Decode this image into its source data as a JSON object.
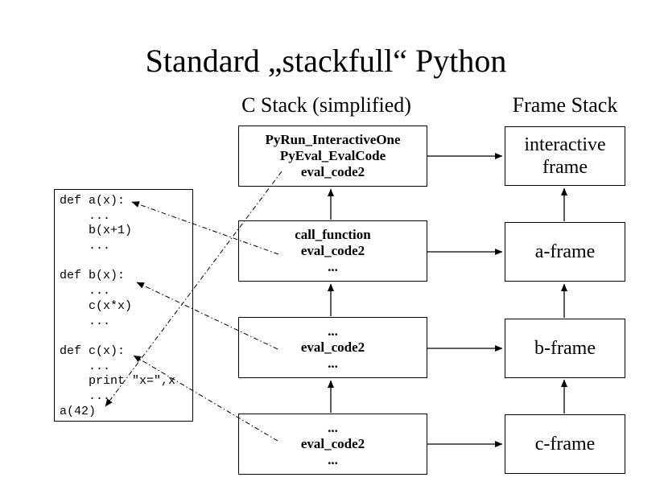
{
  "title": "Standard „stackfull“ Python",
  "headers": {
    "c_stack": "C Stack (simplified)",
    "frame_stack": "Frame Stack"
  },
  "code_box": {
    "lines": [
      "def a(x):",
      "    ...",
      "    b(x+1)",
      "    ...",
      "",
      "def b(x):",
      "    ...",
      "    c(x*x)",
      "    ...",
      "",
      "def c(x):",
      "    ...",
      "    print \"x=\",x",
      "    ...",
      "a(42)"
    ]
  },
  "c_stack": {
    "boxes": [
      {
        "lines": [
          "PyRun_InteractiveOne",
          "PyEval_EvalCode",
          "eval_code2"
        ]
      },
      {
        "lines": [
          "call_function",
          "eval_code2",
          "..."
        ]
      },
      {
        "lines": [
          "...",
          "eval_code2",
          "..."
        ]
      },
      {
        "lines": [
          "...",
          "eval_code2",
          "..."
        ]
      }
    ]
  },
  "frame_stack": {
    "boxes": [
      {
        "label": "interactive frame"
      },
      {
        "label": "a-frame"
      },
      {
        "label": "b-frame"
      },
      {
        "label": "c-frame"
      }
    ]
  },
  "colors": {
    "background": "#ffffff",
    "stroke": "#000000",
    "text": "#000000"
  }
}
